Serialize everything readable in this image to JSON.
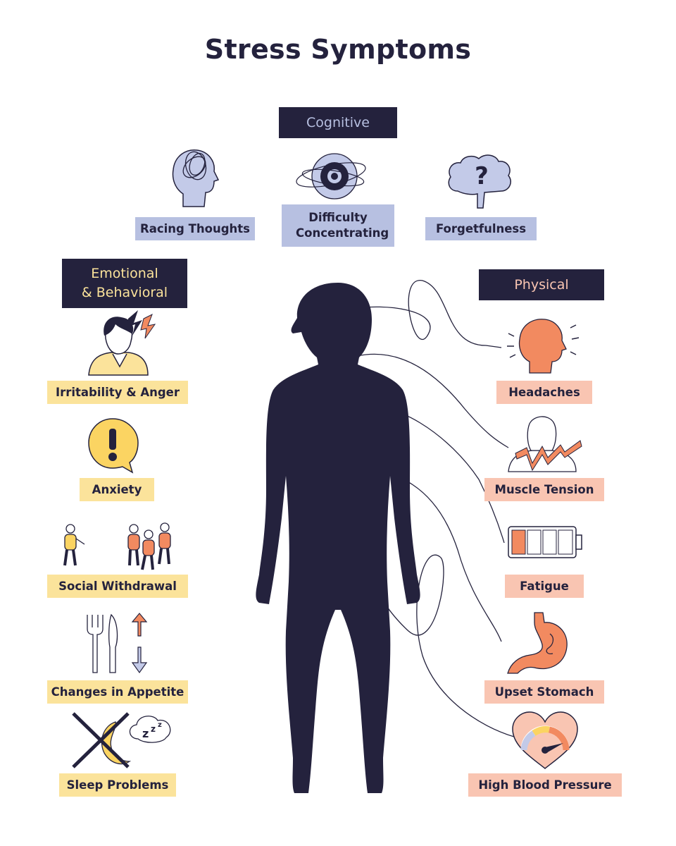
{
  "title": "Stress Symptoms",
  "colors": {
    "dark": "#24223d",
    "cognitive": "#b7c0e1",
    "emotional": "#fbe39b",
    "physical": "#f9c5b2",
    "orange": "#f28a60"
  },
  "sections": {
    "cognitive": {
      "header": "Cognitive",
      "items": [
        {
          "label": "Racing Thoughts",
          "icon": "tangled-head-icon"
        },
        {
          "label": "Difficulty Concentrating",
          "icon": "scribbled-target-icon"
        },
        {
          "label": "Forgetfulness",
          "icon": "question-brain-icon"
        }
      ]
    },
    "emotional": {
      "header_line1": "Emotional",
      "header_line2": "& Behavioral",
      "items": [
        {
          "label": "Irritability & Anger",
          "icon": "angry-person-icon"
        },
        {
          "label": "Anxiety",
          "icon": "exclamation-bubble-icon"
        },
        {
          "label": "Social Withdrawal",
          "icon": "isolated-person-icon"
        },
        {
          "label": "Changes in Appetite",
          "icon": "fork-knife-arrows-icon"
        },
        {
          "label": "Sleep Problems",
          "icon": "crossed-moon-zzz-icon"
        }
      ]
    },
    "physical": {
      "header": "Physical",
      "items": [
        {
          "label": "Headaches",
          "icon": "head-pain-icon"
        },
        {
          "label": "Muscle Tension",
          "icon": "tense-shoulders-icon"
        },
        {
          "label": "Fatigue",
          "icon": "low-battery-icon"
        },
        {
          "label": "Upset Stomach",
          "icon": "stomach-icon"
        },
        {
          "label": "High Blood Pressure",
          "icon": "heart-gauge-icon"
        }
      ]
    }
  }
}
